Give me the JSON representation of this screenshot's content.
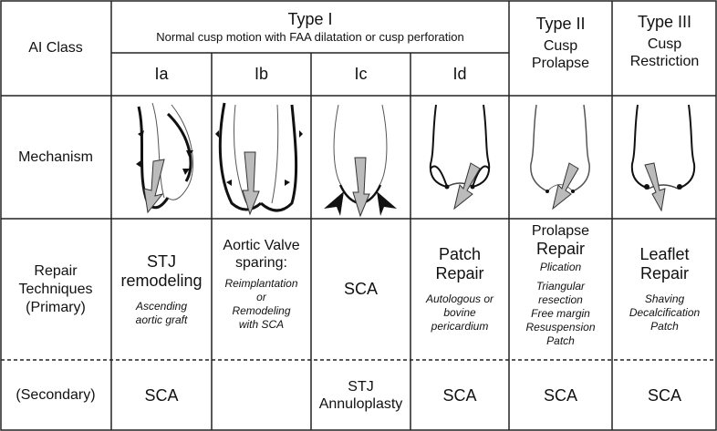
{
  "header": {
    "ai_class": "AI Class",
    "type1_title": "Type I",
    "type1_sub": "Normal cusp motion with FAA dilatation or cusp perforation",
    "type2_title": "Type II",
    "type2_sub1": "Cusp",
    "type2_sub2": "Prolapse",
    "type3_title": "Type III",
    "type3_sub1": "Cusp",
    "type3_sub2": "Restriction"
  },
  "subtypes": [
    "Ia",
    "Ib",
    "Ic",
    "Id"
  ],
  "rows": {
    "mechanism": "Mechanism",
    "repair1": "Repair",
    "repair2": "Techniques",
    "repair3": "(Primary)",
    "secondary": "(Secondary)"
  },
  "primary": {
    "ia": {
      "main1": "STJ",
      "main2": "remodeling",
      "sub1": "Ascending",
      "sub2": "aortic graft"
    },
    "ib": {
      "main1": "Aortic Valve",
      "main2": "sparing:",
      "sub1": "Reimplantation",
      "sub2": "or",
      "sub3": "Remodeling",
      "sub4": "with SCA"
    },
    "ic": {
      "main1": "SCA"
    },
    "id": {
      "main1": "Patch",
      "main2": "Repair",
      "sub1": "Autologous or",
      "sub2": "bovine",
      "sub3": "pericardium"
    },
    "t2": {
      "main1": "Prolapse",
      "main2": "Repair",
      "sub1": "Plication",
      "sub2": "Triangular",
      "sub3": "resection",
      "sub4": "Free margin",
      "sub5": "Resuspension",
      "sub6": "Patch"
    },
    "t3": {
      "main1": "Leaflet",
      "main2": "Repair",
      "sub1": "Shaving",
      "sub2": "Decalcification",
      "sub3": "Patch"
    }
  },
  "secondary": {
    "ia": "SCA",
    "ib": "",
    "ic1": "STJ",
    "ic2": "Annuloplasty",
    "id": "SCA",
    "t2": "SCA",
    "t3": "SCA"
  }
}
